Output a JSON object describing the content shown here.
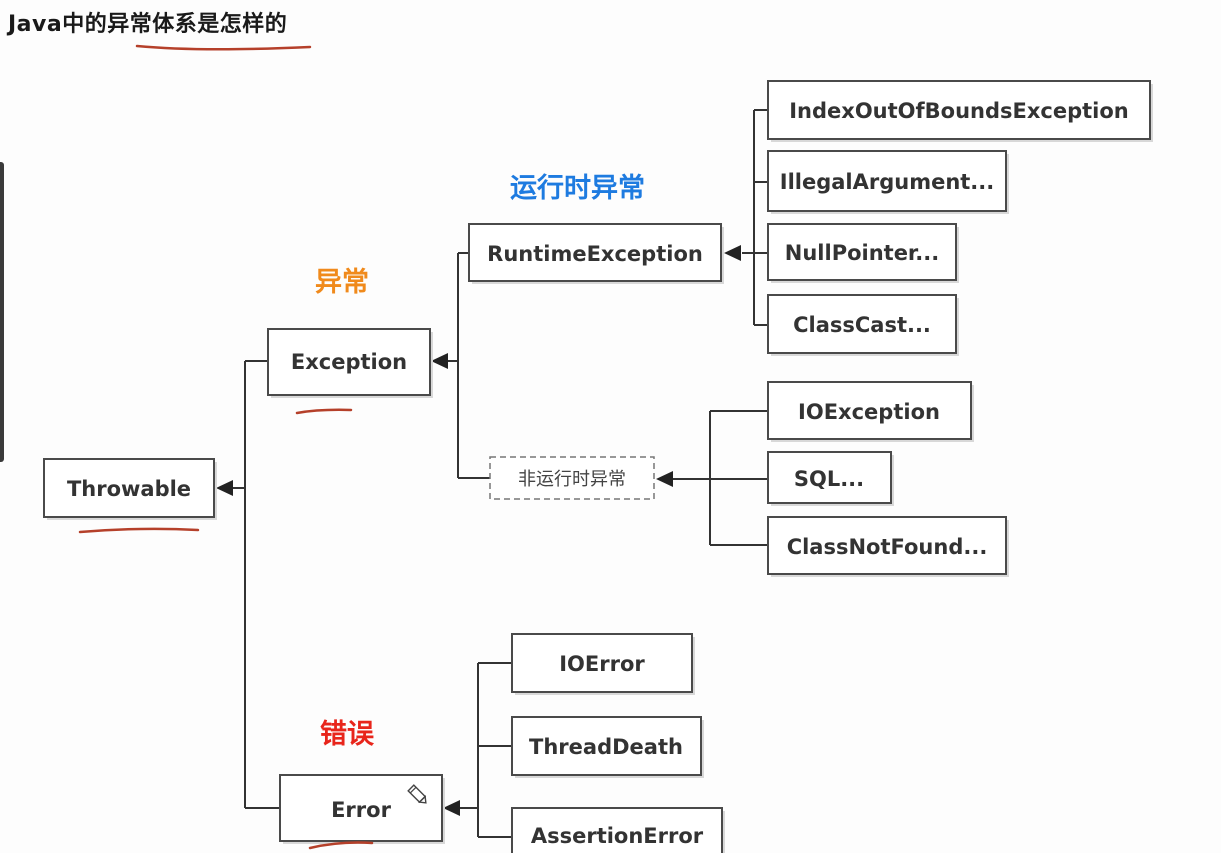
{
  "title": "Java中的异常体系是怎样的",
  "colors": {
    "runtime_label": "#1e7be0",
    "exception_label": "#f08a1c",
    "error_label": "#e8251b",
    "underline": "#b5402a"
  },
  "labels": {
    "runtime": "运行时异常",
    "exception": "异常",
    "error": "错误"
  },
  "nodes": {
    "throwable": "Throwable",
    "exception": "Exception",
    "error": "Error",
    "runtime_exception": "RuntimeException",
    "non_runtime": "非运行时异常",
    "index_out_of_bounds": "IndexOutOfBoundsException",
    "illegal_argument": "IllegalArgument...",
    "null_pointer": "NullPointer...",
    "class_cast": "ClassCast...",
    "io_exception": "IOException",
    "sql": "SQL...",
    "class_not_found": "ClassNotFound...",
    "io_error": "IOError",
    "thread_death": "ThreadDeath",
    "assertion_error": "AssertionError"
  },
  "icons": {
    "edit": "pencil-icon"
  }
}
